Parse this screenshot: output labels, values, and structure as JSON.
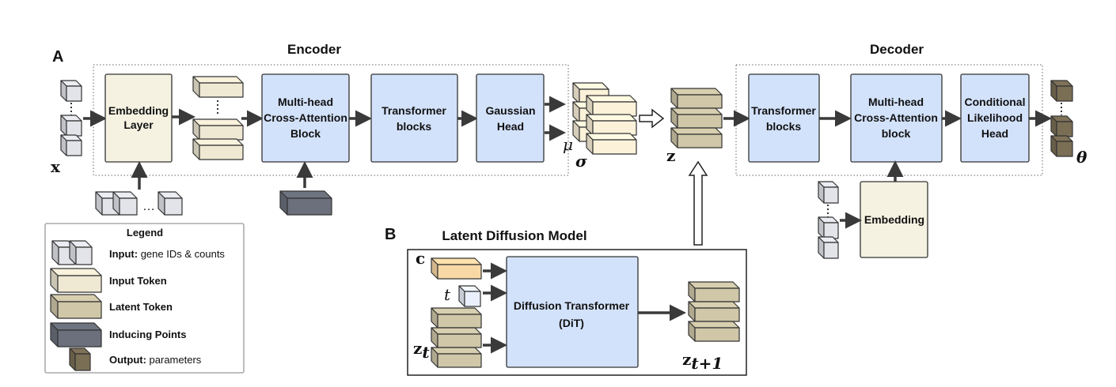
{
  "panels": {
    "a": "A",
    "b": "B"
  },
  "encoder": {
    "title": "Encoder",
    "embedding_layer": [
      "Embedding",
      "Layer"
    ],
    "cross_attention": [
      "Multi-head",
      "Cross-Attention",
      "Block"
    ],
    "transformer": [
      "Transformer",
      "blocks"
    ],
    "gaussian_head": [
      "Gaussian",
      "Head"
    ]
  },
  "decoder": {
    "title": "Decoder",
    "transformer": [
      "Transformer",
      "blocks"
    ],
    "cross_attention": [
      "Multi-head",
      "Cross-Attention",
      "block"
    ],
    "likelihood_head": [
      "Conditional",
      "Likelihood",
      "Head"
    ],
    "embedding": "Embedding"
  },
  "symbols": {
    "x": "x",
    "mu": "μ",
    "sigma": "σ",
    "z": "z",
    "theta": "θ",
    "c": "c",
    "t": "t",
    "zt": "z",
    "zt_sub": "t",
    "zt1": "z",
    "zt1_sub": "t+1",
    "dots": "…"
  },
  "ldm": {
    "title": "Latent Diffusion Model",
    "dit": [
      "Diffusion Transformer",
      "(DiT)"
    ]
  },
  "legend": {
    "title": "Legend",
    "items": [
      {
        "bold": "Input:",
        "text": " gene IDs & counts"
      },
      {
        "bold": "Input Token",
        "text": ""
      },
      {
        "bold": "Latent Token",
        "text": ""
      },
      {
        "bold": "Inducing Points",
        "text": ""
      },
      {
        "bold": "Output:",
        "text": " parameters"
      }
    ]
  },
  "colors": {
    "input_gene": "#e2e4ea",
    "input_token": "#efe9d4",
    "latent_token": "#cfc7a8",
    "inducing": "#6b707c",
    "output": "#7a6e55",
    "gaussian_token": "#fcf2da",
    "condition": "#f8d9a6",
    "time": "#eaf0fb",
    "block_blue": "#d3e2fb",
    "block_cream": "#f5f2e2"
  }
}
